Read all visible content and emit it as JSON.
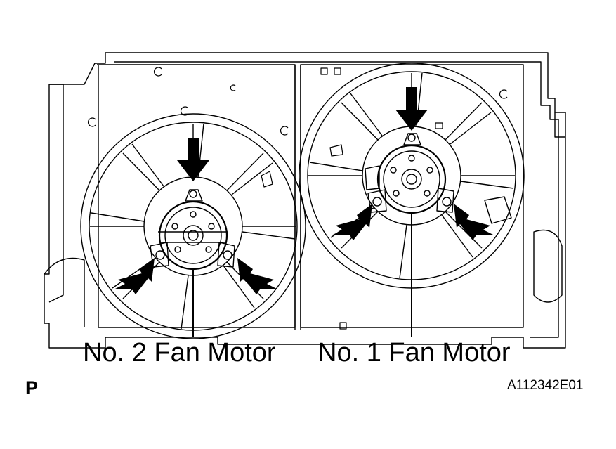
{
  "labels": {
    "motor_2": "No. 2 Fan Motor",
    "motor_1": "No. 1 Fan Motor"
  },
  "view_code": "P",
  "figure_id": "A112342E01",
  "colors": {
    "ink": "#000000",
    "paper": "#ffffff"
  },
  "icons": [
    "arrow-icon",
    "bolt-icon",
    "clip-icon"
  ]
}
